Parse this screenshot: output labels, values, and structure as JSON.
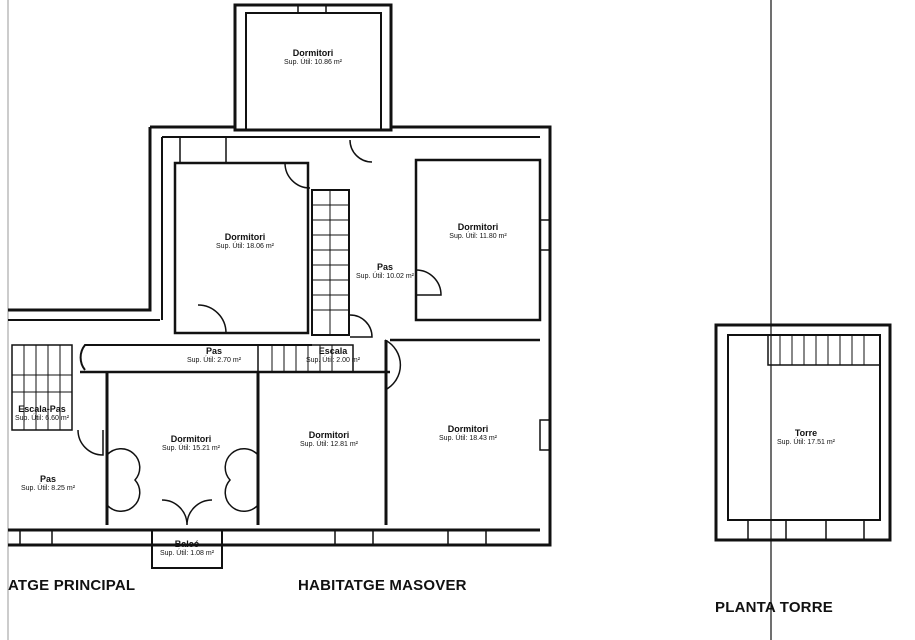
{
  "rooms": [
    {
      "name": "Dormitori",
      "area": "Sup. Útil: 10.86 m²"
    },
    {
      "name": "Dormitori",
      "area": "Sup. Útil: 18.06 m²"
    },
    {
      "name": "Pas",
      "area": "Sup. Útil: 10.02 m²"
    },
    {
      "name": "Dormitori",
      "area": "Sup. Útil: 11.80 m²"
    },
    {
      "name": "Pas",
      "area": "Sup. Útil: 2.70 m²"
    },
    {
      "name": "Escala",
      "area": "Sup. Útil: 2.00 m²"
    },
    {
      "name": "Escala-Pas",
      "area": "Sup. Útil: 6.60 m²"
    },
    {
      "name": "Pas",
      "area": "Sup. Útil: 8.25 m²"
    },
    {
      "name": "Dormitori",
      "area": "Sup. Útil: 15.21 m²"
    },
    {
      "name": "Dormitori",
      "area": "Sup. Útil: 12.81 m²"
    },
    {
      "name": "Dormitori",
      "area": "Sup. Útil: 18.43 m²"
    },
    {
      "name": "Balcó",
      "area": "Sup. Útil: 1.08 m²"
    },
    {
      "name": "Torre",
      "area": "Sup. Útil: 17.51 m²"
    }
  ],
  "captions": {
    "principal": "ATGE PRINCIPAL",
    "masover": "HABITATGE MASOVER",
    "torre": "PLANTA TORRE"
  }
}
